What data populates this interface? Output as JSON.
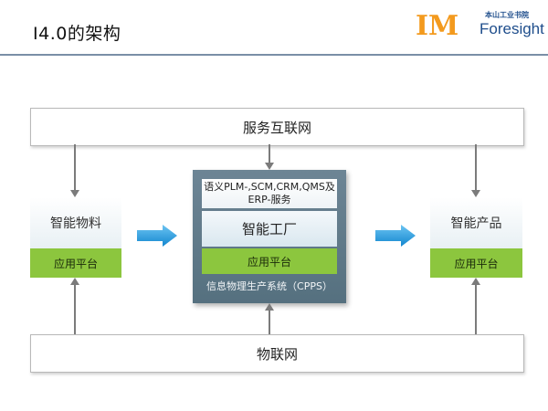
{
  "header": {
    "title": "I4.0的架构",
    "logo": {
      "im": "IM",
      "sub": "本山工业书院",
      "foresight": "Foresight"
    }
  },
  "diagram": {
    "top_bar": "服务互联网",
    "bottom_bar": "物联网",
    "left_box": {
      "title": "智能物料",
      "platform": "应用平台"
    },
    "right_box": {
      "title": "智能产品",
      "platform": "应用平台"
    },
    "center": {
      "services_line1": "语义PLM-,SCM,CRM,QMS及",
      "services_line2": "ERP-服务",
      "factory": "智能工厂",
      "platform": "应用平台",
      "cpps": "信息物理生产系统（CPPS）"
    }
  },
  "colors": {
    "platform_green": "#8cc63e",
    "arrow_blue": "#1a9ae0",
    "cpps_frame": "#617b8a",
    "logo_orange": "#f39a1e",
    "logo_blue": "#1f4e8c"
  }
}
